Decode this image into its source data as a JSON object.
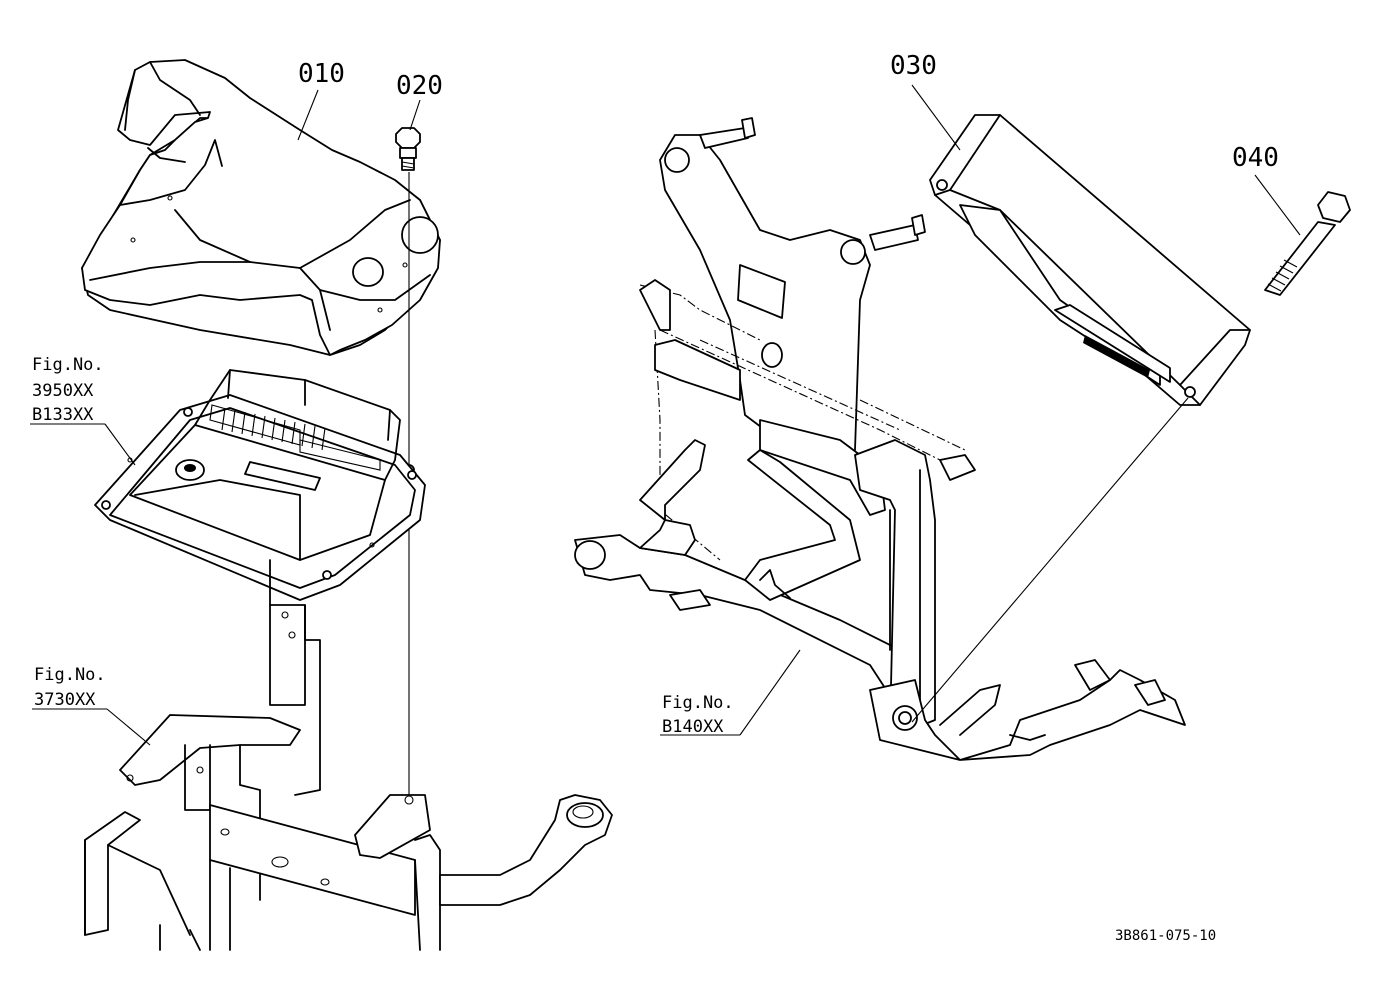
{
  "parts": [
    {
      "code": "010"
    },
    {
      "code": "020"
    },
    {
      "code": "030"
    },
    {
      "code": "040"
    }
  ],
  "references": [
    {
      "label": "Fig.No.",
      "numbers": [
        "3950XX",
        "B133XX"
      ]
    },
    {
      "label": "Fig.No.",
      "numbers": [
        "3730XX"
      ]
    },
    {
      "label": "Fig.No.",
      "numbers": [
        "B140XX"
      ]
    }
  ],
  "drawing_code": "3B861-075-10"
}
